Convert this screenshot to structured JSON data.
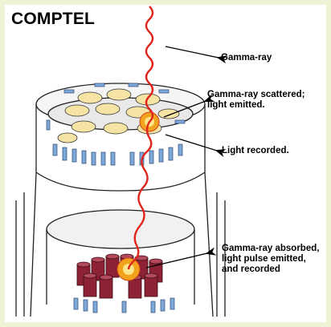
{
  "title": "COMPTEL",
  "annotations": {
    "gamma_ray": "Gamma-ray",
    "scattered": "Gamma-ray scattered;\nlight emitted.",
    "light_recorded": "Light recorded.",
    "absorbed": "Gamma-ray absorbed,\nlight pulse emitted,\nand recorded"
  },
  "colors": {
    "gamma_ray": "#e2251b",
    "upper_cells": "#f6e4a5",
    "pmt_tubes": "#7fa8d6",
    "lower_cells": "#8c2233",
    "flash": "#f2a21c",
    "frame": "#eef3d6"
  }
}
